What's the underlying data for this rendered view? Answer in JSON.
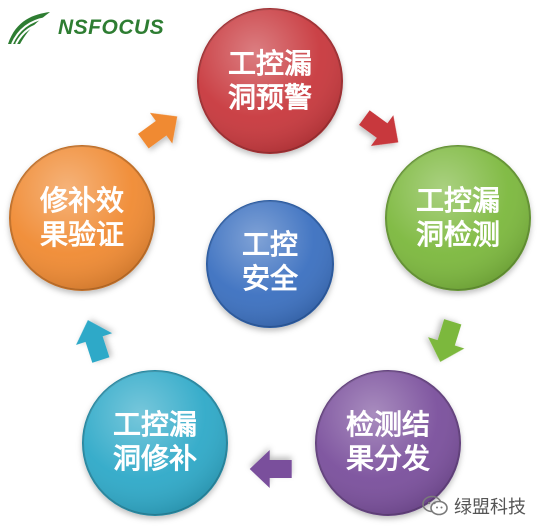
{
  "logo": {
    "text": "NSFOCUS",
    "color": "#2e7d32"
  },
  "center": {
    "label": "工控\n安全",
    "color": "#3b6fc0"
  },
  "cycle": [
    {
      "id": "warning",
      "label": "工控漏\n洞预警",
      "color": "#c8393c"
    },
    {
      "id": "detect",
      "label": "工控漏\n洞检测",
      "color": "#7cb83c"
    },
    {
      "id": "publish",
      "label": "检测结\n果分发",
      "color": "#7a4f9c"
    },
    {
      "id": "fix",
      "label": "工控漏\n洞修补",
      "color": "#2ea9c8"
    },
    {
      "id": "verify",
      "label": "修补效\n果验证",
      "color": "#f08a32"
    }
  ],
  "arrows": [
    {
      "from": "warning",
      "to": "detect",
      "color": "#c8393c"
    },
    {
      "from": "detect",
      "to": "publish",
      "color": "#7cb83c"
    },
    {
      "from": "publish",
      "to": "fix",
      "color": "#7a4f9c"
    },
    {
      "from": "fix",
      "to": "verify",
      "color": "#2ea9c8"
    },
    {
      "from": "verify",
      "to": "warning",
      "color": "#f08a32"
    }
  ],
  "watermark": {
    "text": "绿盟科技",
    "icon": "wechat-icon"
  }
}
